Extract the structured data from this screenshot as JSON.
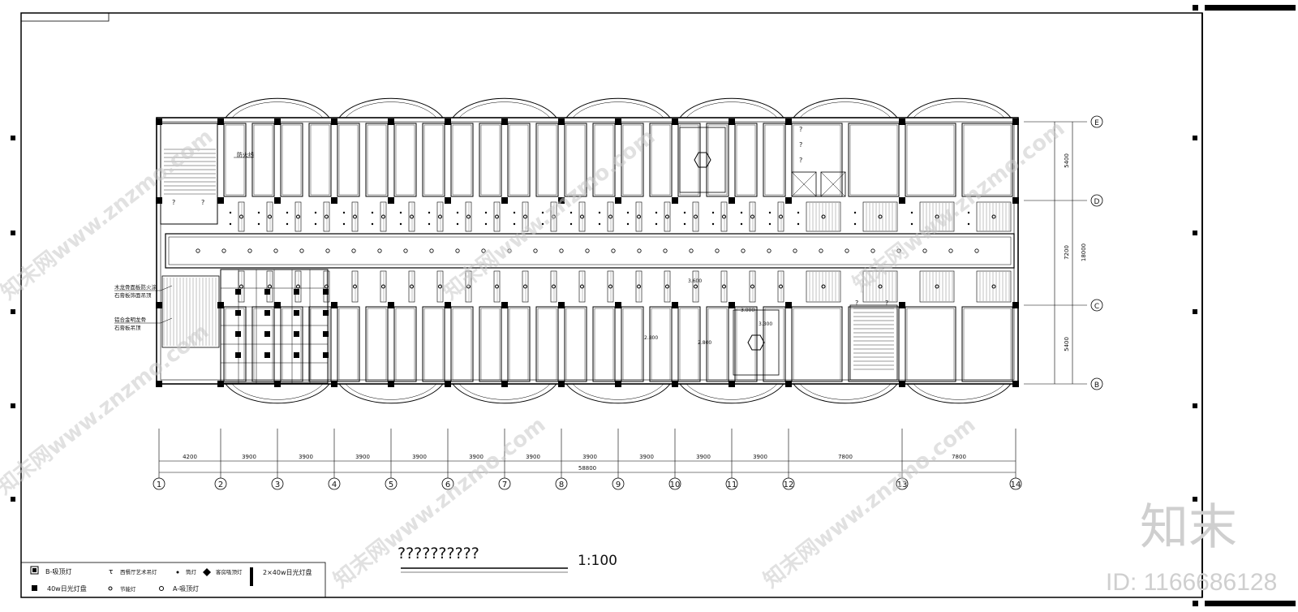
{
  "drawing": {
    "title": "??????????",
    "scale": "1:100",
    "annotations": {
      "fire_line": "防火线",
      "ceiling_a": "木龙骨面板防火涂",
      "ceiling_a2": "石膏板饰面吊顶",
      "ceiling_b": "铝合金明龙骨",
      "ceiling_b2": "石膏板吊顶"
    },
    "levels": [
      "3.600",
      "3.000",
      "3.300",
      "2.800",
      "2.800"
    ],
    "unknown_mark": "?"
  },
  "dimensions": {
    "spans": [
      "4200",
      "3900",
      "3900",
      "3900",
      "3900",
      "3900",
      "3900",
      "3900",
      "3900",
      "3900",
      "3900",
      "7800",
      "7800"
    ],
    "total": "58800",
    "vertical": [
      "5400",
      "7200",
      "5400"
    ],
    "vertical_total": "18000"
  },
  "axes": {
    "columns": [
      "1",
      "2",
      "3",
      "4",
      "5",
      "6",
      "7",
      "8",
      "9",
      "10",
      "11",
      "12",
      "13",
      "14"
    ],
    "rows": [
      "E",
      "D",
      "C",
      "B"
    ]
  },
  "legend": {
    "items": [
      {
        "label": "B-吸顶灯"
      },
      {
        "label": "西餐厅艺术吊灯"
      },
      {
        "label": "筒灯"
      },
      {
        "label": "客房吸顶灯"
      },
      {
        "label": "2×40w日光灯盘"
      },
      {
        "label": "40w日光灯盘"
      },
      {
        "label": "节能灯"
      },
      {
        "label": "A-吸顶灯"
      }
    ]
  },
  "brand": {
    "logo": "知末",
    "id_text": "ID: 1166686128",
    "watermark": "知末网www.znzmo.com"
  }
}
